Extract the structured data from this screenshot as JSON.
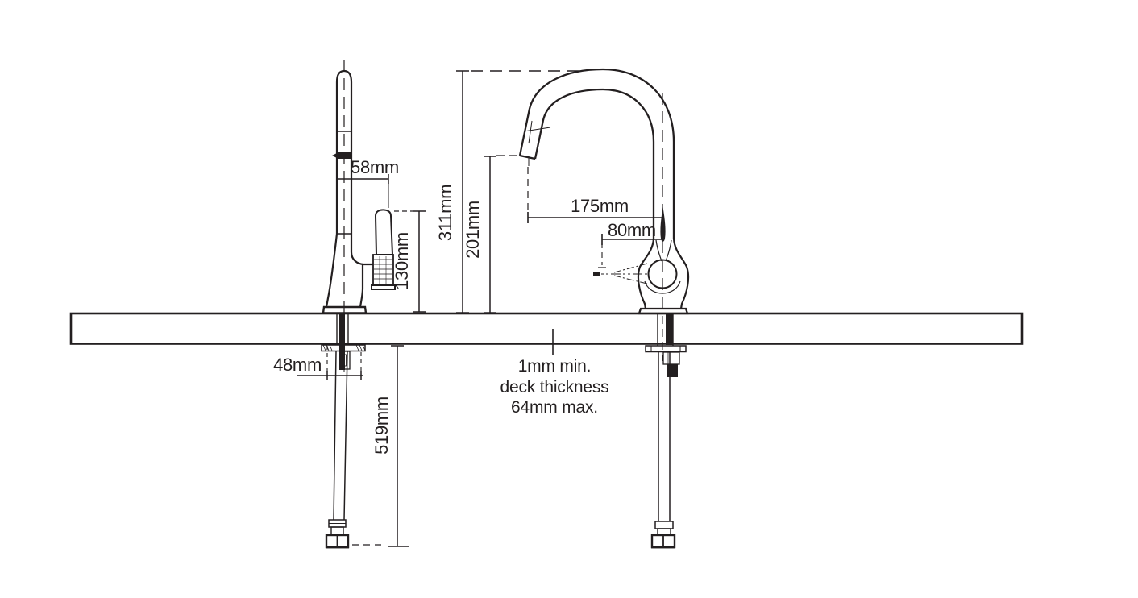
{
  "canvas": {
    "background": "#ffffff",
    "line_color": "#231f20"
  },
  "diagram": {
    "kind": "faucet-installation-dimension-drawing",
    "side_view": {
      "dims": {
        "spray_head_width": "58mm",
        "handle_top_height": "130mm",
        "shank_fitting_width": "48mm",
        "supply_hose_length": "519mm"
      }
    },
    "heights": {
      "overall_height": "311mm",
      "spout_outlet_height": "201mm"
    },
    "front_view": {
      "dims": {
        "spout_reach": "175mm",
        "handle_offset": "80mm"
      }
    },
    "deck_note": {
      "line1": "1mm min.",
      "line2": "deck thickness",
      "line3": "64mm max."
    }
  }
}
